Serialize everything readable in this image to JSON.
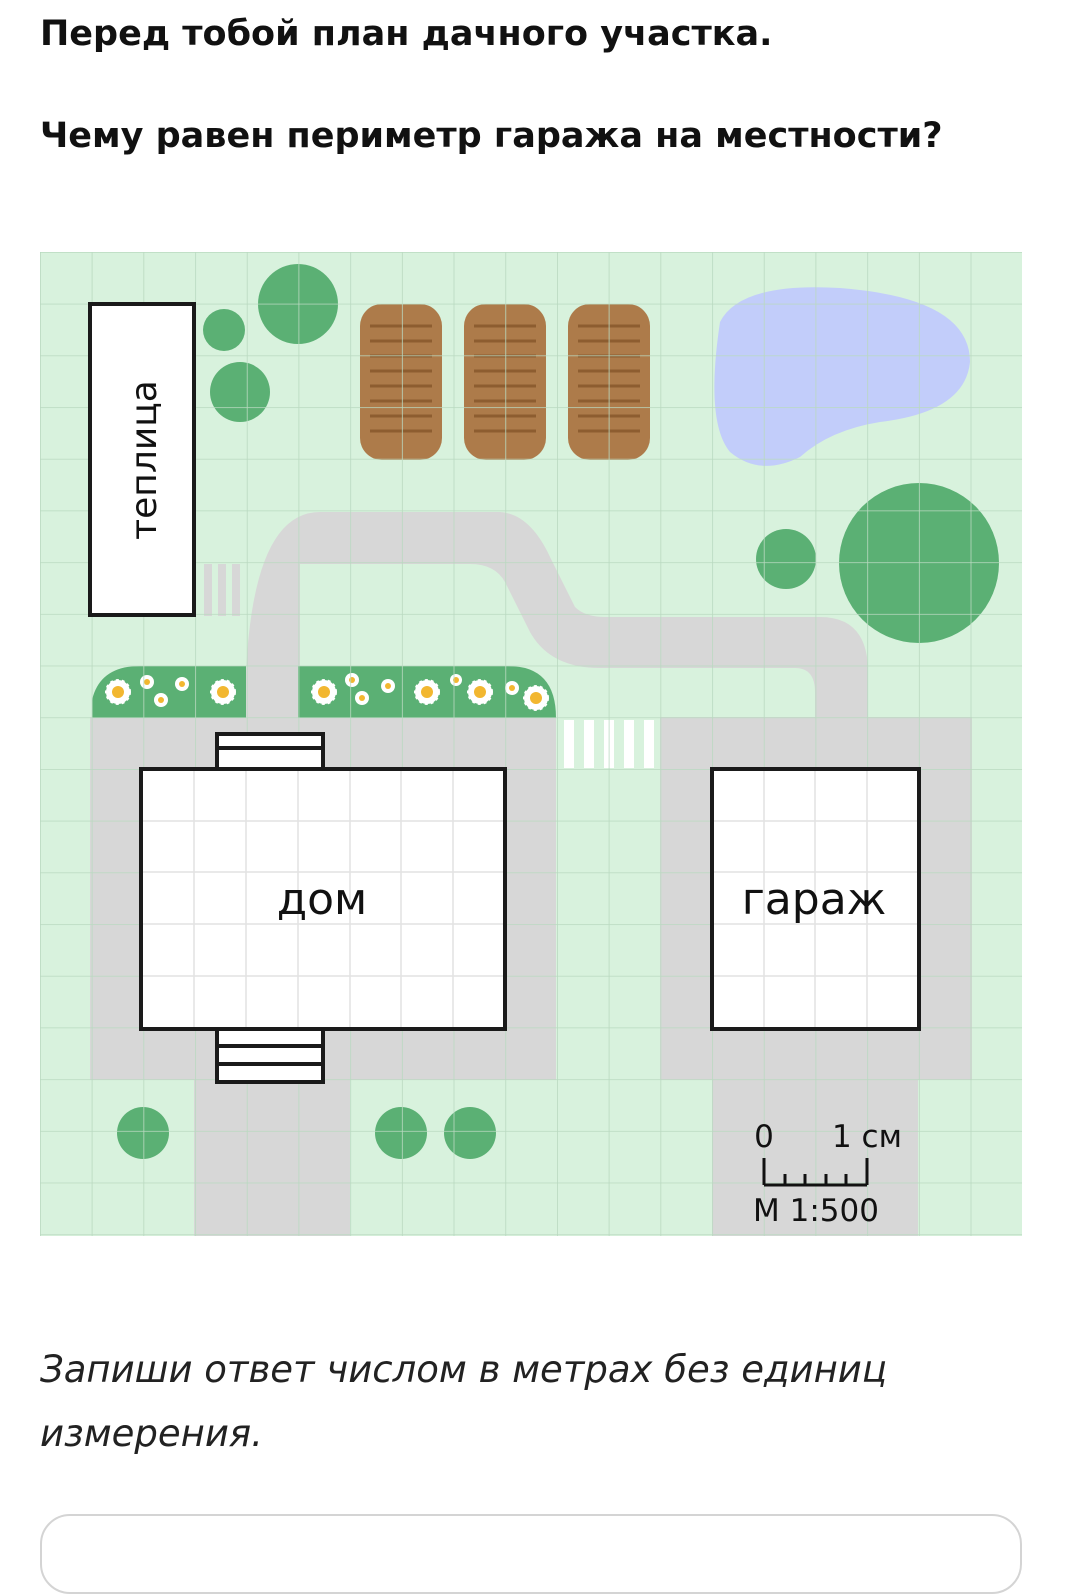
{
  "task": {
    "title": "Перед тобой план дачного участка.",
    "question": "Чему равен периметр гаража на местности?",
    "instruction": "Запиши ответ числом в метрах без единиц измерения."
  },
  "plan": {
    "labels": {
      "greenhouse": "теплица",
      "house": "дом",
      "garage": "гараж"
    },
    "scale": {
      "zero": "0",
      "unit": "1 см",
      "ratio": "М 1:500"
    },
    "colors": {
      "grass": "#d8f2dd",
      "grid": "#b9d9c0",
      "path": "#d7d7d7",
      "tree": "#5bb074",
      "bed": "#ad7b4a",
      "bed_lines": "#8d5d30",
      "pond": "#c2cdfa",
      "flower_bed": "#5bb074",
      "building_fill": "#ffffff",
      "outline": "#1a1a1a"
    }
  },
  "answer": {
    "placeholder": ""
  }
}
